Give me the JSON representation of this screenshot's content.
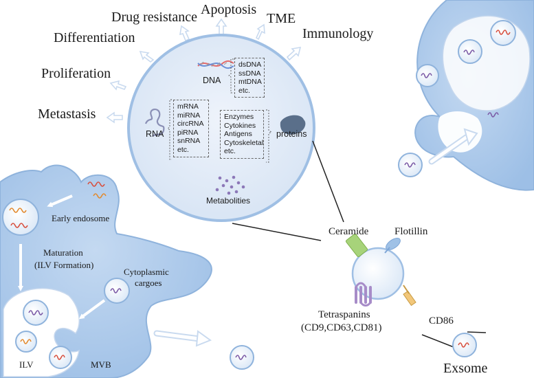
{
  "outer_labels": {
    "drug_resistance": "Drug resistance",
    "apoptosis": "Apoptosis",
    "tme": "TME",
    "immunology": "Immunology",
    "differentiation": "Differentiation",
    "proliferation": "Proliferation",
    "metastasis": "Metastasis"
  },
  "circle": {
    "dna_label": "DNA",
    "dna_items": [
      "dsDNA",
      "ssDNA",
      "mtDNA",
      "etc."
    ],
    "rna_label": "RNA",
    "rna_items": [
      "mRNA",
      "miRNA",
      "circRNA",
      "piRNA",
      "snRNA",
      "etc."
    ],
    "protein_label": "proteins",
    "protein_items": [
      "Enzymes",
      "Cytokines",
      "Antigens",
      "Cytoskeletal",
      "etc."
    ],
    "metabolite_label": "Metabolities"
  },
  "cell": {
    "early_endosome": "Early endosome",
    "maturation": "Maturation",
    "ilv_formation": "(ILV Formation)",
    "cytoplasmic": "Cytoplasmic",
    "cargoes": "cargoes",
    "ilv": "ILV",
    "mvb": "MVB"
  },
  "exosome": {
    "ceramide": "Ceramide",
    "flotillin": "Flotillin",
    "tetraspanins": "Tetraspanins",
    "tetraspanins_list": "(CD9,CD63,CD81)",
    "cd86": "CD86",
    "exosome": "Exsome"
  },
  "colors": {
    "cell_fill": "#a9c6e8",
    "cell_edge": "#8fb3dc",
    "circle_fill": "#dfe9f6",
    "arrow": "#c9daef",
    "rna_purple": "#7b5aa6",
    "rna_orange": "#e38a2e",
    "rna_red": "#d8503f"
  }
}
